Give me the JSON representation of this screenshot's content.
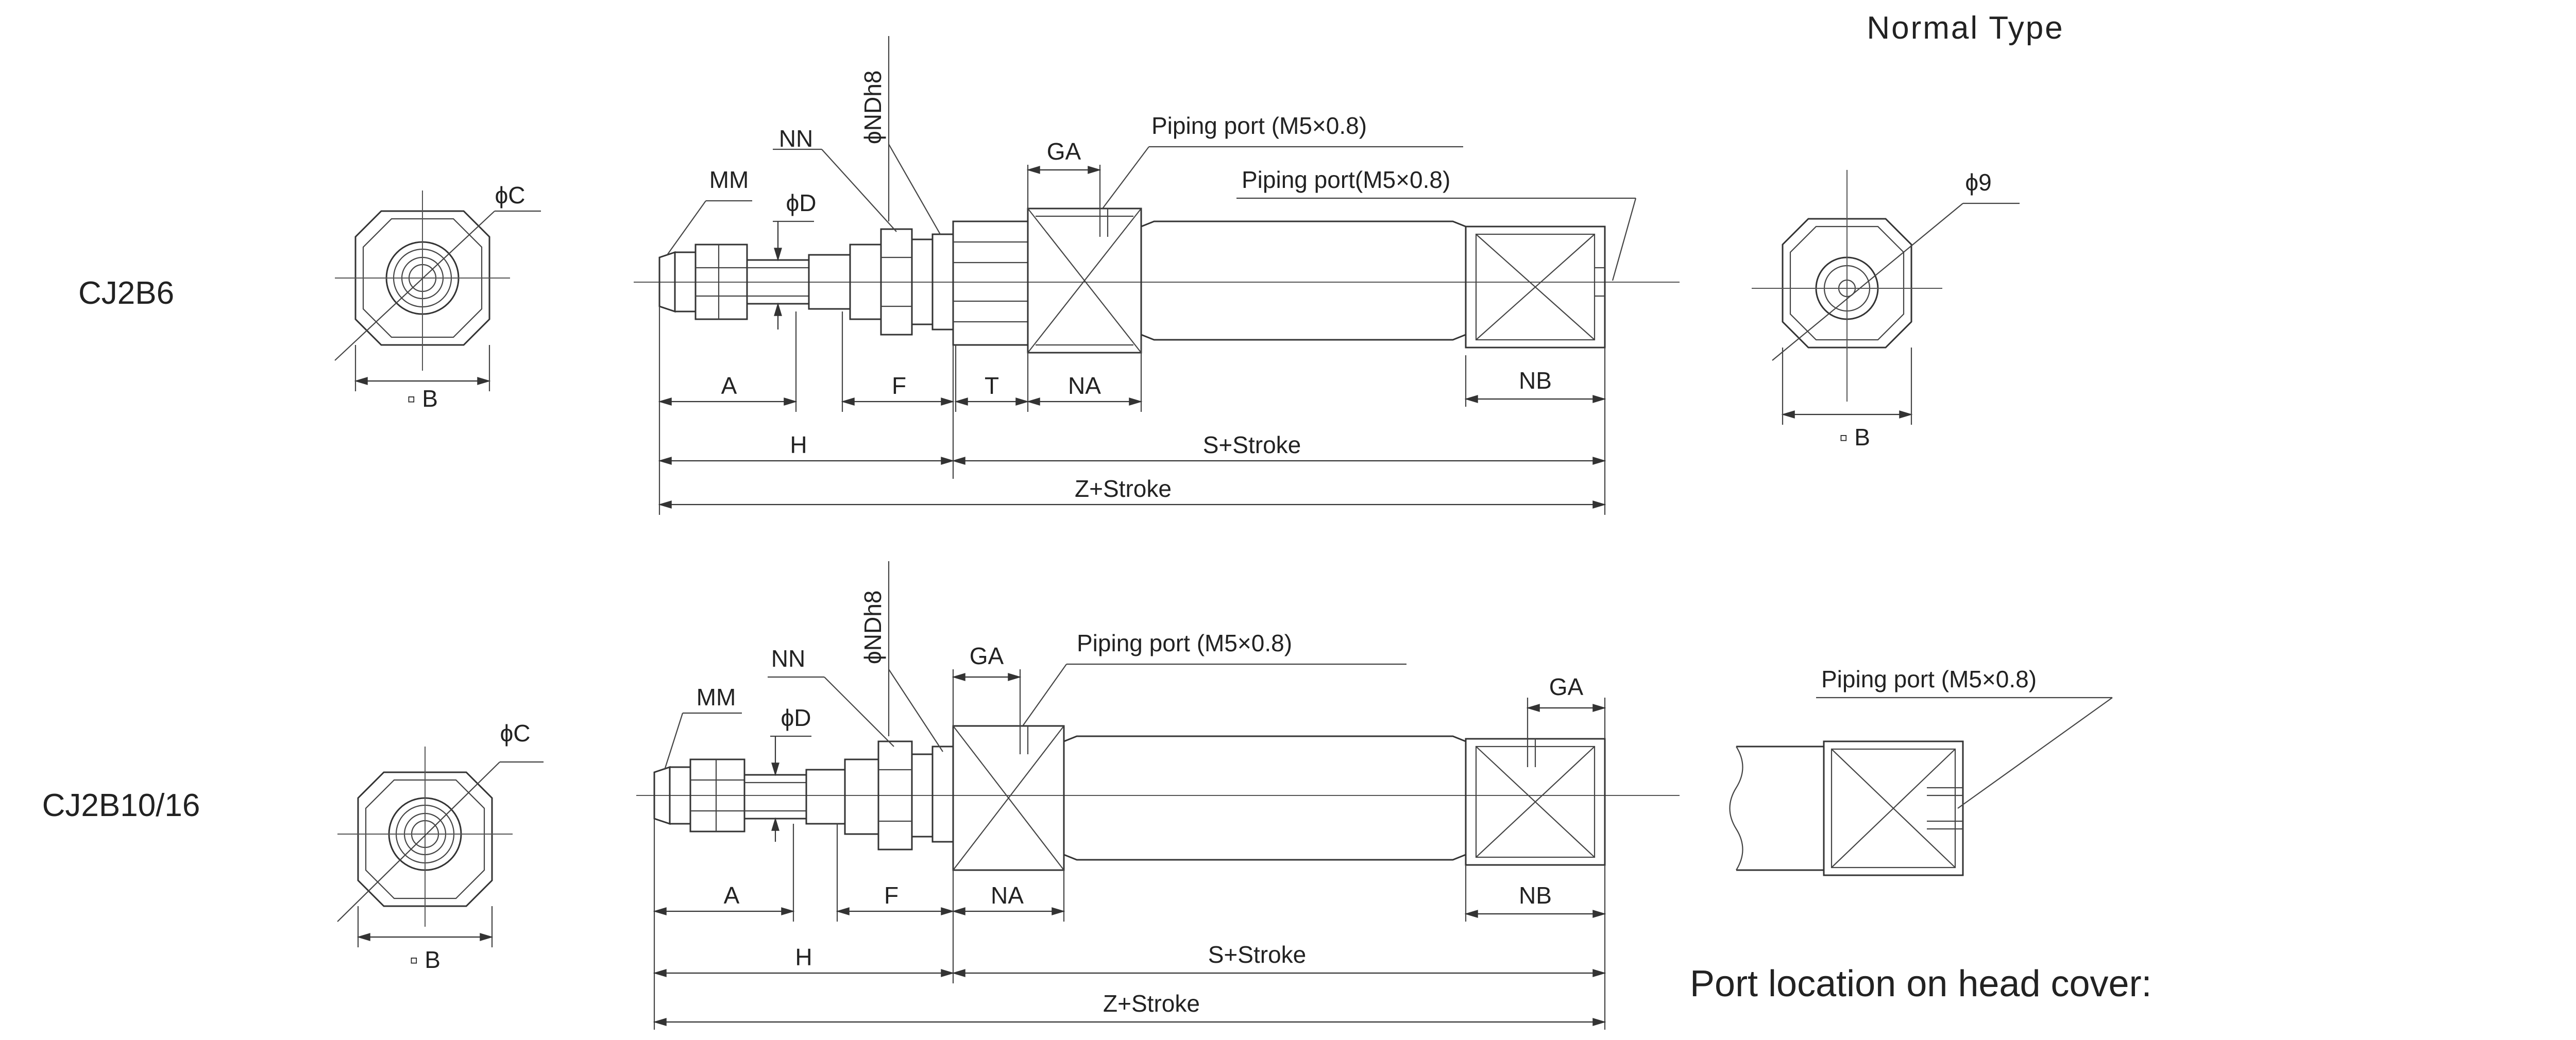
{
  "title": "Normal Type",
  "models": {
    "top": "CJ2B6",
    "bottom": "CJ2B10/16"
  },
  "labels": {
    "phi_c": "ϕC",
    "phi_d": "ϕD",
    "square_b": "▫ B",
    "mm": "MM",
    "nn": "NN",
    "nd": "ϕNDh8",
    "ga": "GA",
    "a": "A",
    "f": "F",
    "t": "T",
    "na": "NA",
    "nb": "NB",
    "h": "H",
    "s_stroke": "S+Stroke",
    "z_stroke": "Z+Stroke",
    "phi_9": "ϕ9"
  },
  "piping_port_1": "Piping port (M5×0.8)",
  "piping_port_2": "Piping port(M5×0.8)",
  "piping_port_3": "Piping port (M5×0.8)",
  "piping_port_4": "Piping port (M5×0.8)",
  "port_location": "Port location on head cover:"
}
